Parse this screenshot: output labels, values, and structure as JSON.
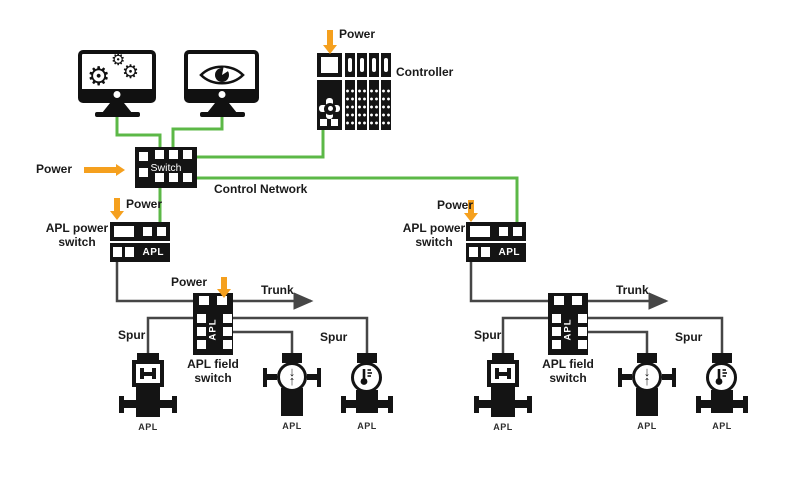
{
  "diagram": {
    "power_label": "Power",
    "controller": {
      "label": "Controller"
    },
    "network_switch": {
      "label": "Switch"
    },
    "control_network_label": "Control Network",
    "apl_power_switch": {
      "line1": "APL power",
      "line2": "switch",
      "badge": "APL"
    },
    "apl_field_switch": {
      "line1": "APL field",
      "line2": "switch",
      "badge": "APL"
    },
    "trunk_label": "Trunk",
    "spur_label": "Spur",
    "device_label": "APL",
    "workstations": {
      "engineering_icon": "gears",
      "operator_icon": "eye"
    }
  },
  "colors": {
    "network_green": "#5CB847",
    "power_orange": "#F5A01E",
    "device_black": "#141414",
    "cable_gray": "#464646"
  }
}
